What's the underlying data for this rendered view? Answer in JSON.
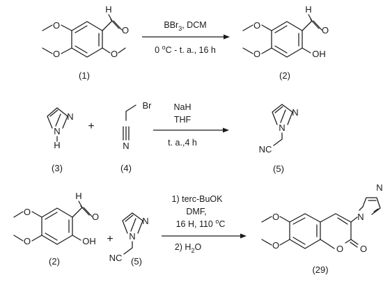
{
  "reaction1": {
    "reagent_prefix": "BBr",
    "reagent_sub": "3",
    "reagent_suffix": ", DCM",
    "conditions_pre": "0 ",
    "conditions_sup": "o",
    "conditions_post": "C - t. a., 16 h",
    "reactant_label": "(1)",
    "product_label": "(2)"
  },
  "reaction2": {
    "reagent_line1": "NaH",
    "reagent_line2": "THF",
    "conditions": "t. a.,4 h",
    "plus": "+",
    "reactant1_label": "(3)",
    "reactant2_label": "(4)",
    "product_label": "(5)"
  },
  "reaction3": {
    "step1": "1) terc-BuOK",
    "solvent": "DMF,",
    "conditions_pre": "16 H, 110 ",
    "conditions_sup": "o",
    "conditions_post": "C",
    "step2_prefix": "2) H",
    "step2_sub": "2",
    "step2_suffix": "O",
    "plus": "+",
    "reactant1_label": "(2)",
    "reactant2_label": "(5)",
    "product_label": "(29)"
  },
  "atoms": {
    "H": "H",
    "O": "O",
    "OH": "OH",
    "N": "N",
    "NH": "N",
    "Br": "Br",
    "NC": "NC"
  }
}
